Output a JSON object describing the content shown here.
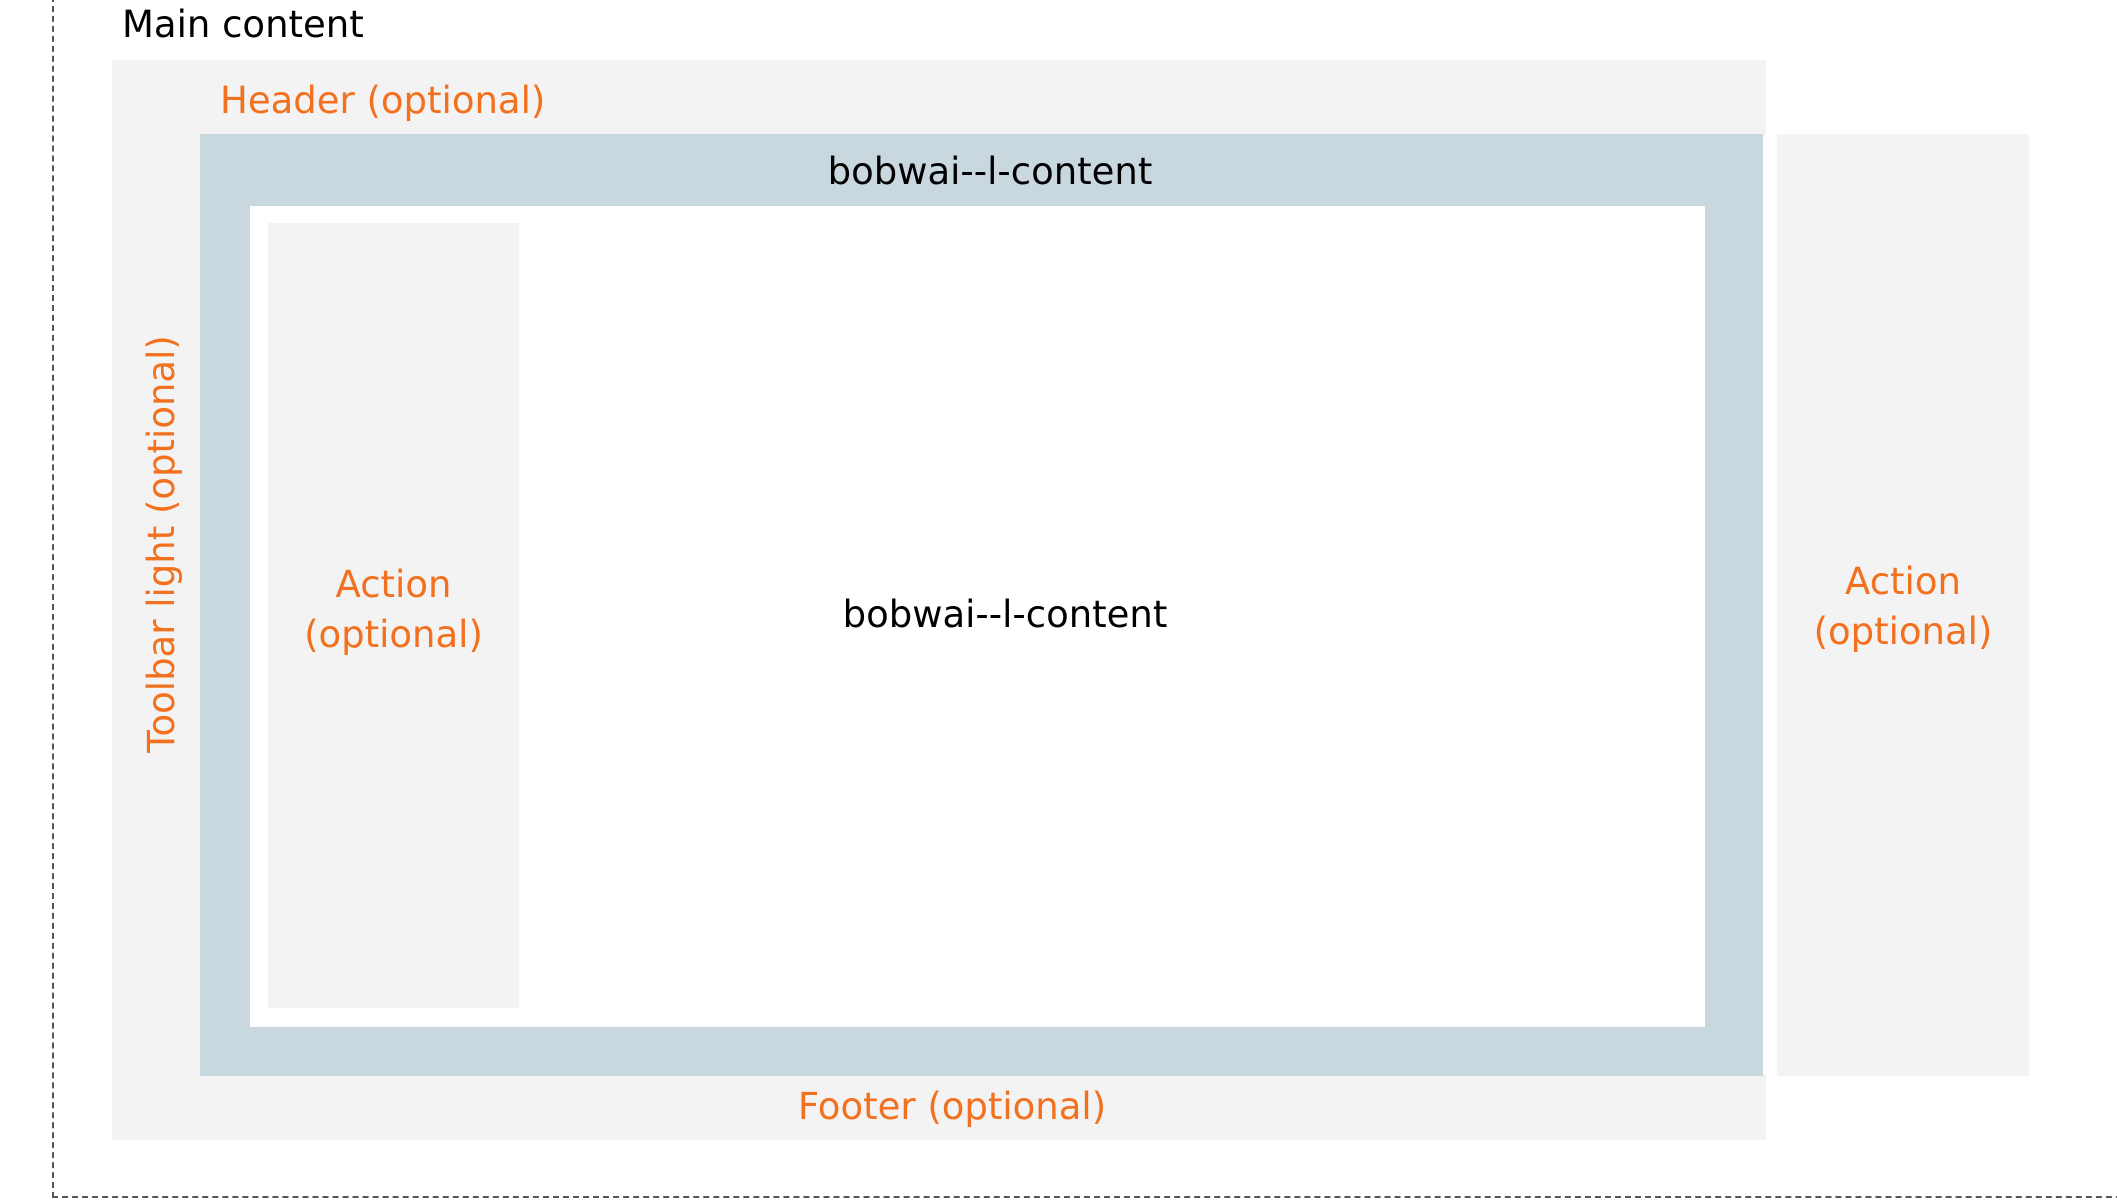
{
  "main_content": {
    "title": "Main content"
  },
  "header": {
    "label": "Header (optional)"
  },
  "toolbar": {
    "label": "Toolbar light (optional)"
  },
  "content": {
    "title_label": "bobwai--l-content",
    "center_label": "bobwai--l-content"
  },
  "left_action": {
    "line1": "Action",
    "line2": "(optional)"
  },
  "right_action": {
    "line1": "Action",
    "line2": "(optional)"
  },
  "footer": {
    "label": "Footer (optional)"
  },
  "colors": {
    "accent_orange": "#f3701f",
    "panel_gray": "#f3f3f3",
    "content_blue_gray": "#c9d7de",
    "dashed_border": "#555555"
  }
}
